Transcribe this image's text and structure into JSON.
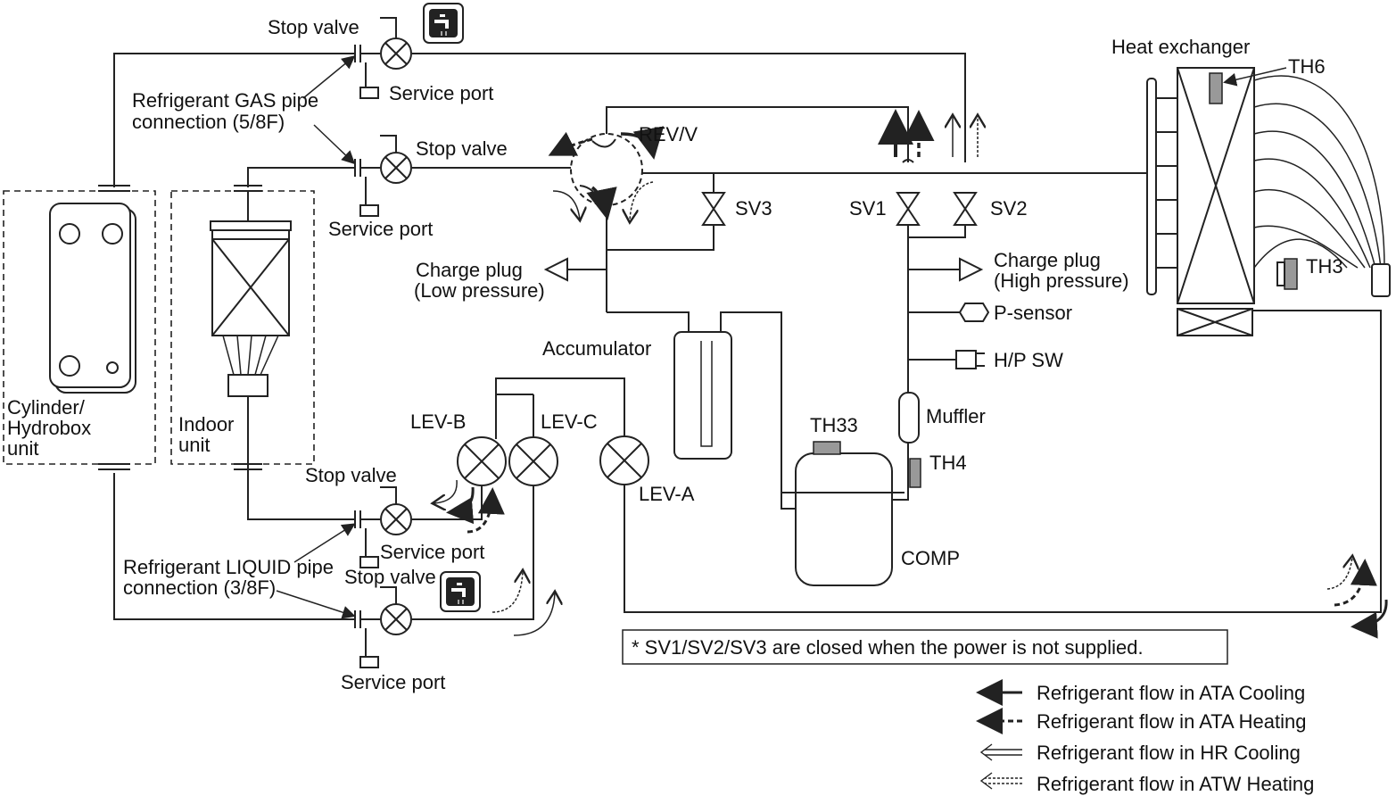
{
  "labels": {
    "stop_valve_gas_top": "Stop  valve",
    "refrigerant_gas_pipe_line1": "Refrigerant GAS pipe",
    "refrigerant_gas_pipe_line2": "connection (5/8F)",
    "service_port_1": "Service port",
    "stop_valve_gas_2": "Stop valve",
    "service_port_2": "Service port",
    "rev_v": "REV/V",
    "sv3": "SV3",
    "sv1": "SV1",
    "sv2": "SV2",
    "charge_plug_low_line1": "Charge plug",
    "charge_plug_low_line2": "(Low pressure)",
    "charge_plug_high_line1": "Charge plug",
    "charge_plug_high_line2": "(High pressure)",
    "p_sensor": "P-sensor",
    "hp_sw": "H/P SW",
    "muffler": "Muffler",
    "th4": "TH4",
    "th33": "TH33",
    "comp": "COMP",
    "accumulator": "Accumulator",
    "heat_exchanger": "Heat exchanger",
    "th6": "TH6",
    "th3": "TH3",
    "lev_a": "LEV-A",
    "lev_b": "LEV-B",
    "lev_c": "LEV-C",
    "cylinder_line1": "Cylinder/",
    "cylinder_line2": "Hydrobox",
    "cylinder_line3": "unit",
    "indoor_line1": "Indoor",
    "indoor_line2": "unit",
    "stop_valve_liquid_1": "Stop valve",
    "service_port_3": "Service port",
    "stop_valve_liquid_2": "Stop valve",
    "service_port_4": "Service port",
    "refrigerant_liquid_pipe_line1": "Refrigerant LIQUID pipe",
    "refrigerant_liquid_pipe_line2": "connection (3/8F)",
    "note": "* SV1/SV2/SV3 are closed when the power is not supplied."
  },
  "legend": [
    {
      "label": "Refrigerant flow in ATA Cooling",
      "icon": "solid-arrow-icon"
    },
    {
      "label": "Refrigerant flow in ATA Heating",
      "icon": "dashed-arrow-icon"
    },
    {
      "label": "Refrigerant flow in HR Cooling",
      "icon": "hollow-arrow-icon"
    },
    {
      "label": "Refrigerant flow in ATW Heating",
      "icon": "dotted-hollow-arrow-icon"
    }
  ]
}
